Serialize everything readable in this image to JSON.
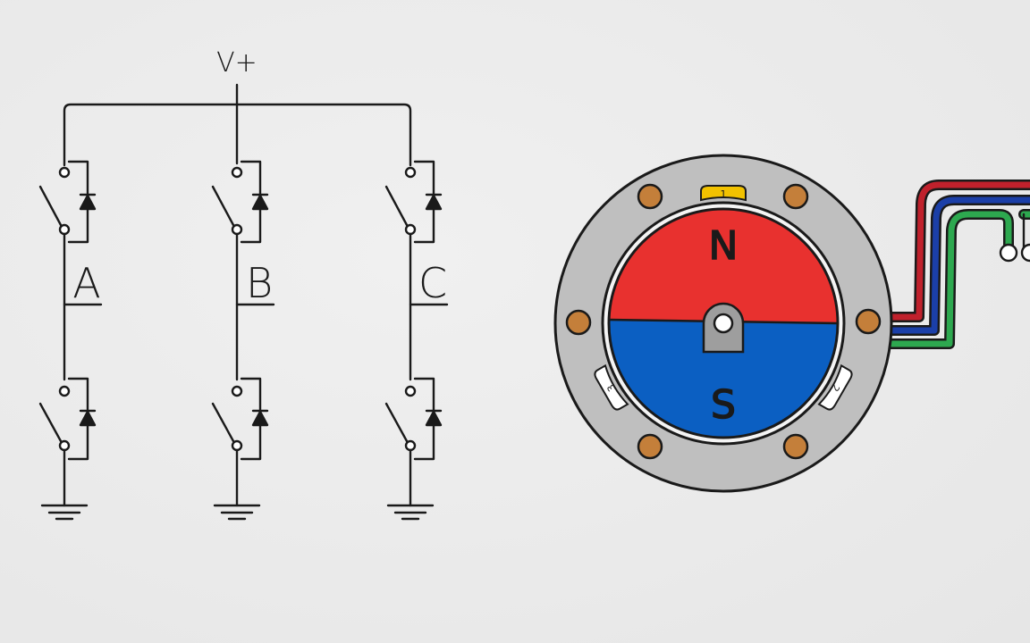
{
  "circuit": {
    "supply_label": "V+",
    "phases": [
      {
        "label": "A"
      },
      {
        "label": "B"
      },
      {
        "label": "C"
      }
    ]
  },
  "motor": {
    "north_label": "N",
    "south_label": "S",
    "sensors": [
      {
        "label": "1",
        "color": "#f2c200"
      },
      {
        "label": "2",
        "color": "#ffffff"
      },
      {
        "label": "3",
        "color": "#ffffff"
      }
    ],
    "colors": {
      "north": "#e8312f",
      "south": "#0b5fc2",
      "stator": "#bfbfbf",
      "bolt": "#c47f3a"
    },
    "wires": [
      {
        "color": "#c0212c"
      },
      {
        "color": "#1b3fa8"
      },
      {
        "color": "#2da84f"
      }
    ]
  }
}
